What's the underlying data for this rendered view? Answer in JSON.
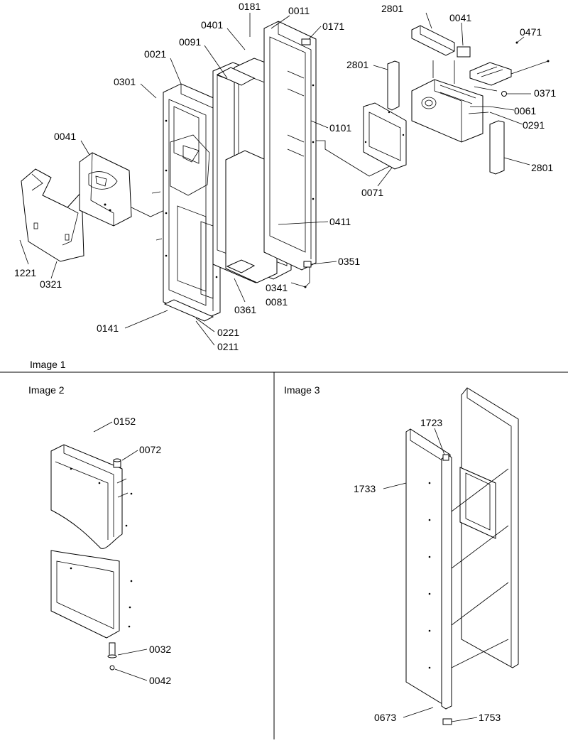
{
  "panels": {
    "image1": {
      "title": "Image 1",
      "callouts": [
        "0181",
        "0011",
        "0401",
        "0171",
        "0091",
        "0021",
        "0301",
        "2801",
        "0041",
        "0471",
        "2801",
        "0371",
        "0061",
        "0291",
        "0101",
        "0041",
        "2801",
        "0071",
        "0411",
        "1221",
        "0321",
        "0351",
        "0341",
        "0081",
        "0361",
        "0141",
        "0221",
        "0211"
      ]
    },
    "image2": {
      "title": "Image 2",
      "callouts": [
        "0152",
        "0072",
        "0032",
        "0042"
      ]
    },
    "image3": {
      "title": "Image 3",
      "callouts": [
        "1723",
        "1733",
        "0673",
        "1753"
      ]
    }
  }
}
